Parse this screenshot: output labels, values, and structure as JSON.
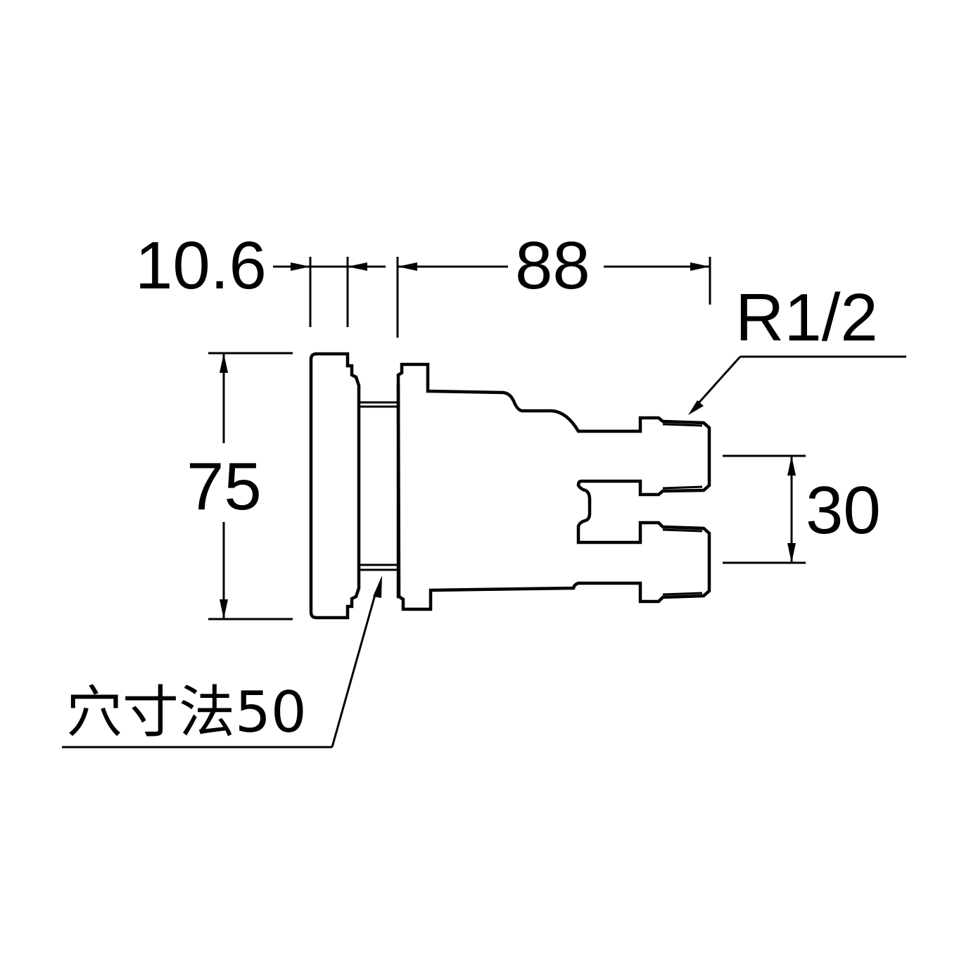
{
  "drawing": {
    "type": "technical-dimension-drawing",
    "subject": "faucet adapter fitting (side view)",
    "units": "mm",
    "line_color": "#000000",
    "background": "#ffffff"
  },
  "dimensions": {
    "flange_thickness": {
      "label": "10.6",
      "value": 10.6
    },
    "body_length": {
      "label": "88",
      "value": 88
    },
    "outer_diameter": {
      "label": "75",
      "value": 75
    },
    "outlet_spacing": {
      "label": "30",
      "value": 30
    },
    "thread": {
      "label": "R1/2"
    },
    "hole_size": {
      "label": "穴寸法50",
      "value": 50
    }
  }
}
